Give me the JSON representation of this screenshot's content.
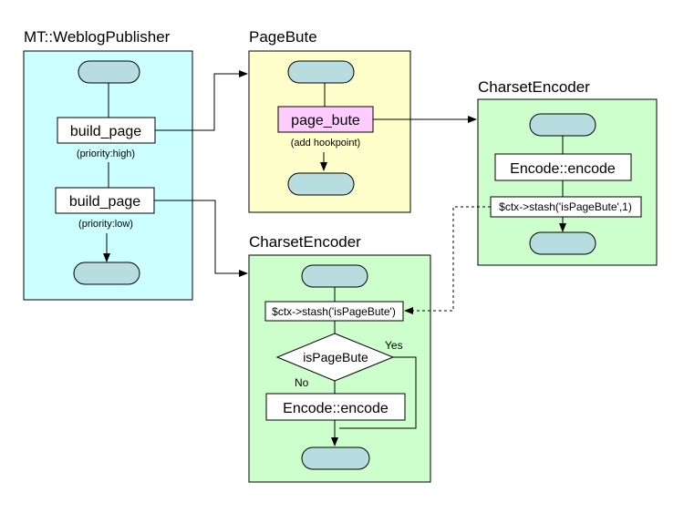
{
  "panels": {
    "publisher": {
      "title": "MT::WeblogPublisher",
      "step1": "build_page",
      "step1_note": "(priority:high)",
      "step2": "build_page",
      "step2_note": "(priority:low)"
    },
    "pagebute": {
      "title": "PageBute",
      "step": "page_bute",
      "step_note": "(add hookpoint)"
    },
    "encoder_top": {
      "title": "CharsetEncoder",
      "step1": "Encode::encode",
      "step2": "$ctx->stash('isPageBute',1)"
    },
    "encoder_bottom": {
      "title": "CharsetEncoder",
      "step1": "$ctx->stash('isPageBute')",
      "decision": "isPageBute",
      "yes_label": "Yes",
      "no_label": "No",
      "step2": "Encode::encode"
    }
  },
  "colors": {
    "publisher_bg": "#ccffff",
    "pagebute_bg": "#ffffcc",
    "encoder_bg": "#ccffcc",
    "terminal": "#b8dde0",
    "highlight_box": "#ffccff"
  }
}
